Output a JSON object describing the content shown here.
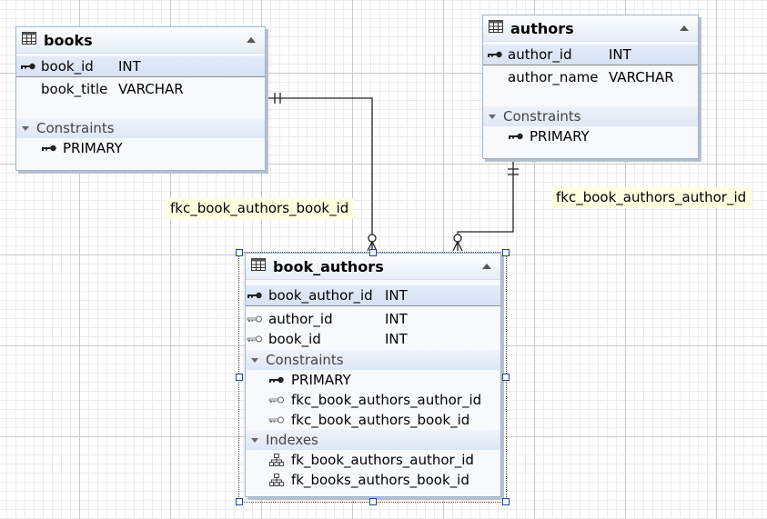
{
  "tables": {
    "books": {
      "title": "books",
      "table_icon": "table-grid-icon",
      "columns": [
        {
          "name": "book_id",
          "type": "INT",
          "icon": "primary-key-icon"
        },
        {
          "name": "book_title",
          "type": "VARCHAR",
          "icon": ""
        }
      ],
      "constraints_label": "Constraints",
      "constraints": [
        {
          "name": "PRIMARY",
          "icon": "primary-key-icon"
        }
      ]
    },
    "authors": {
      "title": "authors",
      "table_icon": "table-grid-icon",
      "columns": [
        {
          "name": "author_id",
          "type": "INT",
          "icon": "primary-key-icon"
        },
        {
          "name": "author_name",
          "type": "VARCHAR",
          "icon": ""
        }
      ],
      "constraints_label": "Constraints",
      "constraints": [
        {
          "name": "PRIMARY",
          "icon": "primary-key-icon"
        }
      ]
    },
    "book_authors": {
      "title": "book_authors",
      "table_icon": "table-grid-icon",
      "columns": [
        {
          "name": "book_author_id",
          "type": "INT",
          "icon": "primary-key-icon"
        },
        {
          "name": "author_id",
          "type": "INT",
          "icon": "foreign-key-icon"
        },
        {
          "name": "book_id",
          "type": "INT",
          "icon": "foreign-key-icon"
        }
      ],
      "constraints_label": "Constraints",
      "constraints": [
        {
          "name": "PRIMARY",
          "icon": "primary-key-icon"
        },
        {
          "name": "fkc_book_authors_author_id",
          "icon": "foreign-key-icon"
        },
        {
          "name": "fkc_book_authors_book_id",
          "icon": "foreign-key-icon"
        }
      ],
      "indexes_label": "Indexes",
      "indexes": [
        {
          "name": "fk_book_authors_author_id",
          "icon": "index-tree-icon"
        },
        {
          "name": "fk_books_authors_book_id",
          "icon": "index-tree-icon"
        }
      ]
    }
  },
  "relationships": [
    {
      "label": "fkc_book_authors_book_id",
      "from": "books",
      "to": "book_authors"
    },
    {
      "label": "fkc_book_authors_author_id",
      "from": "authors",
      "to": "book_authors"
    }
  ]
}
